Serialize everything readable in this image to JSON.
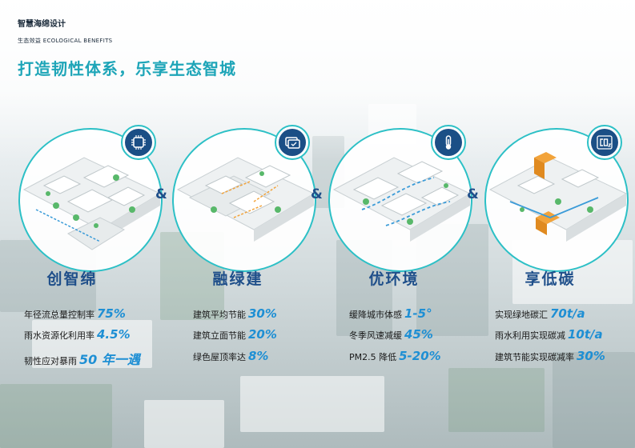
{
  "header": {
    "title": "智慧海绵设计",
    "subtitle": "生态效益 ECOLOGICAL BENEFITS"
  },
  "headline": "打造韧性体系，乐享生态智城",
  "separator": "&",
  "cards": [
    {
      "title": "创智绵",
      "icon": "chip-icon",
      "stats": [
        {
          "label": "年径流总量控制率",
          "value": "75%"
        },
        {
          "label": "雨水资源化利用率",
          "value": "4.5%"
        },
        {
          "label": "韧性应对暴雨",
          "value": "50 年一遇"
        }
      ]
    },
    {
      "title": "融绿建",
      "icon": "monitor-icon",
      "stats": [
        {
          "label": "建筑平均节能",
          "value": "30%"
        },
        {
          "label": "建筑立面节能",
          "value": "20%"
        },
        {
          "label": "绿色屋顶率达",
          "value": "8%"
        }
      ]
    },
    {
      "title": "优环境",
      "icon": "thermometer-icon",
      "stats": [
        {
          "label": "缓降城市体感",
          "value": "1-5°"
        },
        {
          "label": "冬季风速减缓",
          "value": "45%"
        },
        {
          "label": "PM2.5 降低",
          "value": "5-20%"
        }
      ]
    },
    {
      "title": "享低碳",
      "icon": "co2-icon",
      "stats": [
        {
          "label": "实现绿地碳汇",
          "value": "70t/a"
        },
        {
          "label": "雨水利用实现碳减",
          "value": "10t/a"
        },
        {
          "label": "建筑节能实现碳减率",
          "value": "30%"
        }
      ]
    }
  ],
  "colors": {
    "accent": "#1ea5b8",
    "navy": "#1f4f8a",
    "value": "#1e8fd4",
    "ring": "#2cc0c6",
    "badge": "#1b4f86"
  }
}
